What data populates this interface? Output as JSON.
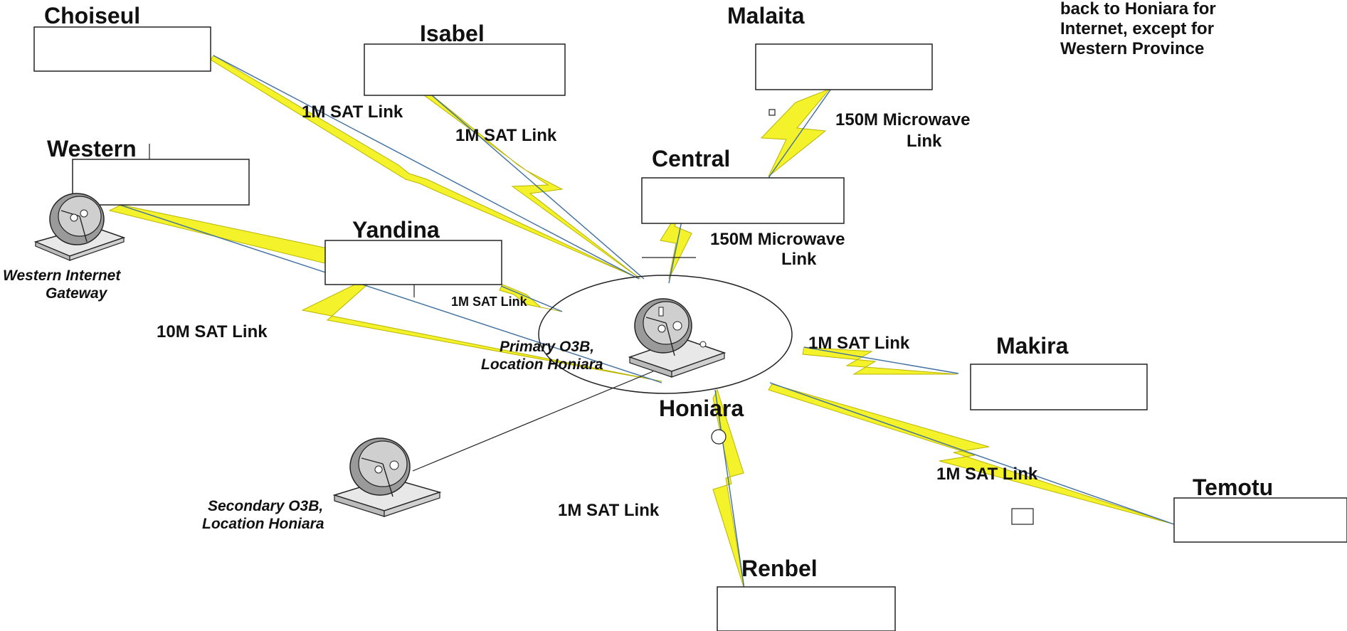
{
  "note_lines": [
    "back to Honiara for",
    "Internet, except for",
    "Western Province"
  ],
  "sites": {
    "choiseul": "Choiseul",
    "isabel": "Isabel",
    "malaita": "Malaita",
    "western": "Western",
    "central": "Central",
    "yandina": "Yandina",
    "makira": "Makira",
    "honiara": "Honiara",
    "temotu": "Temotu",
    "renbel": "Renbel"
  },
  "links": {
    "choiseul": "1M SAT Link",
    "isabel": "1M SAT Link",
    "malaita_line1": "150M Microwave",
    "malaita_line2": "Link",
    "central_line1": "150M Microwave",
    "central_line2": "Link",
    "yandina": "1M SAT Link",
    "western": "10M SAT Link",
    "makira": "1M SAT Link",
    "temotu": "1M SAT Link",
    "renbel": "1M SAT Link"
  },
  "gateways": {
    "western_line1": "Western Internet",
    "western_line2": "Gateway",
    "primary_line1": "Primary O3B,",
    "primary_line2": "Location Honiara",
    "secondary_line1": "Secondary O3B,",
    "secondary_line2": "Location Honiara"
  },
  "colors": {
    "bolt_fill": "#f4f22a",
    "link_line": "#3f6fa0"
  }
}
